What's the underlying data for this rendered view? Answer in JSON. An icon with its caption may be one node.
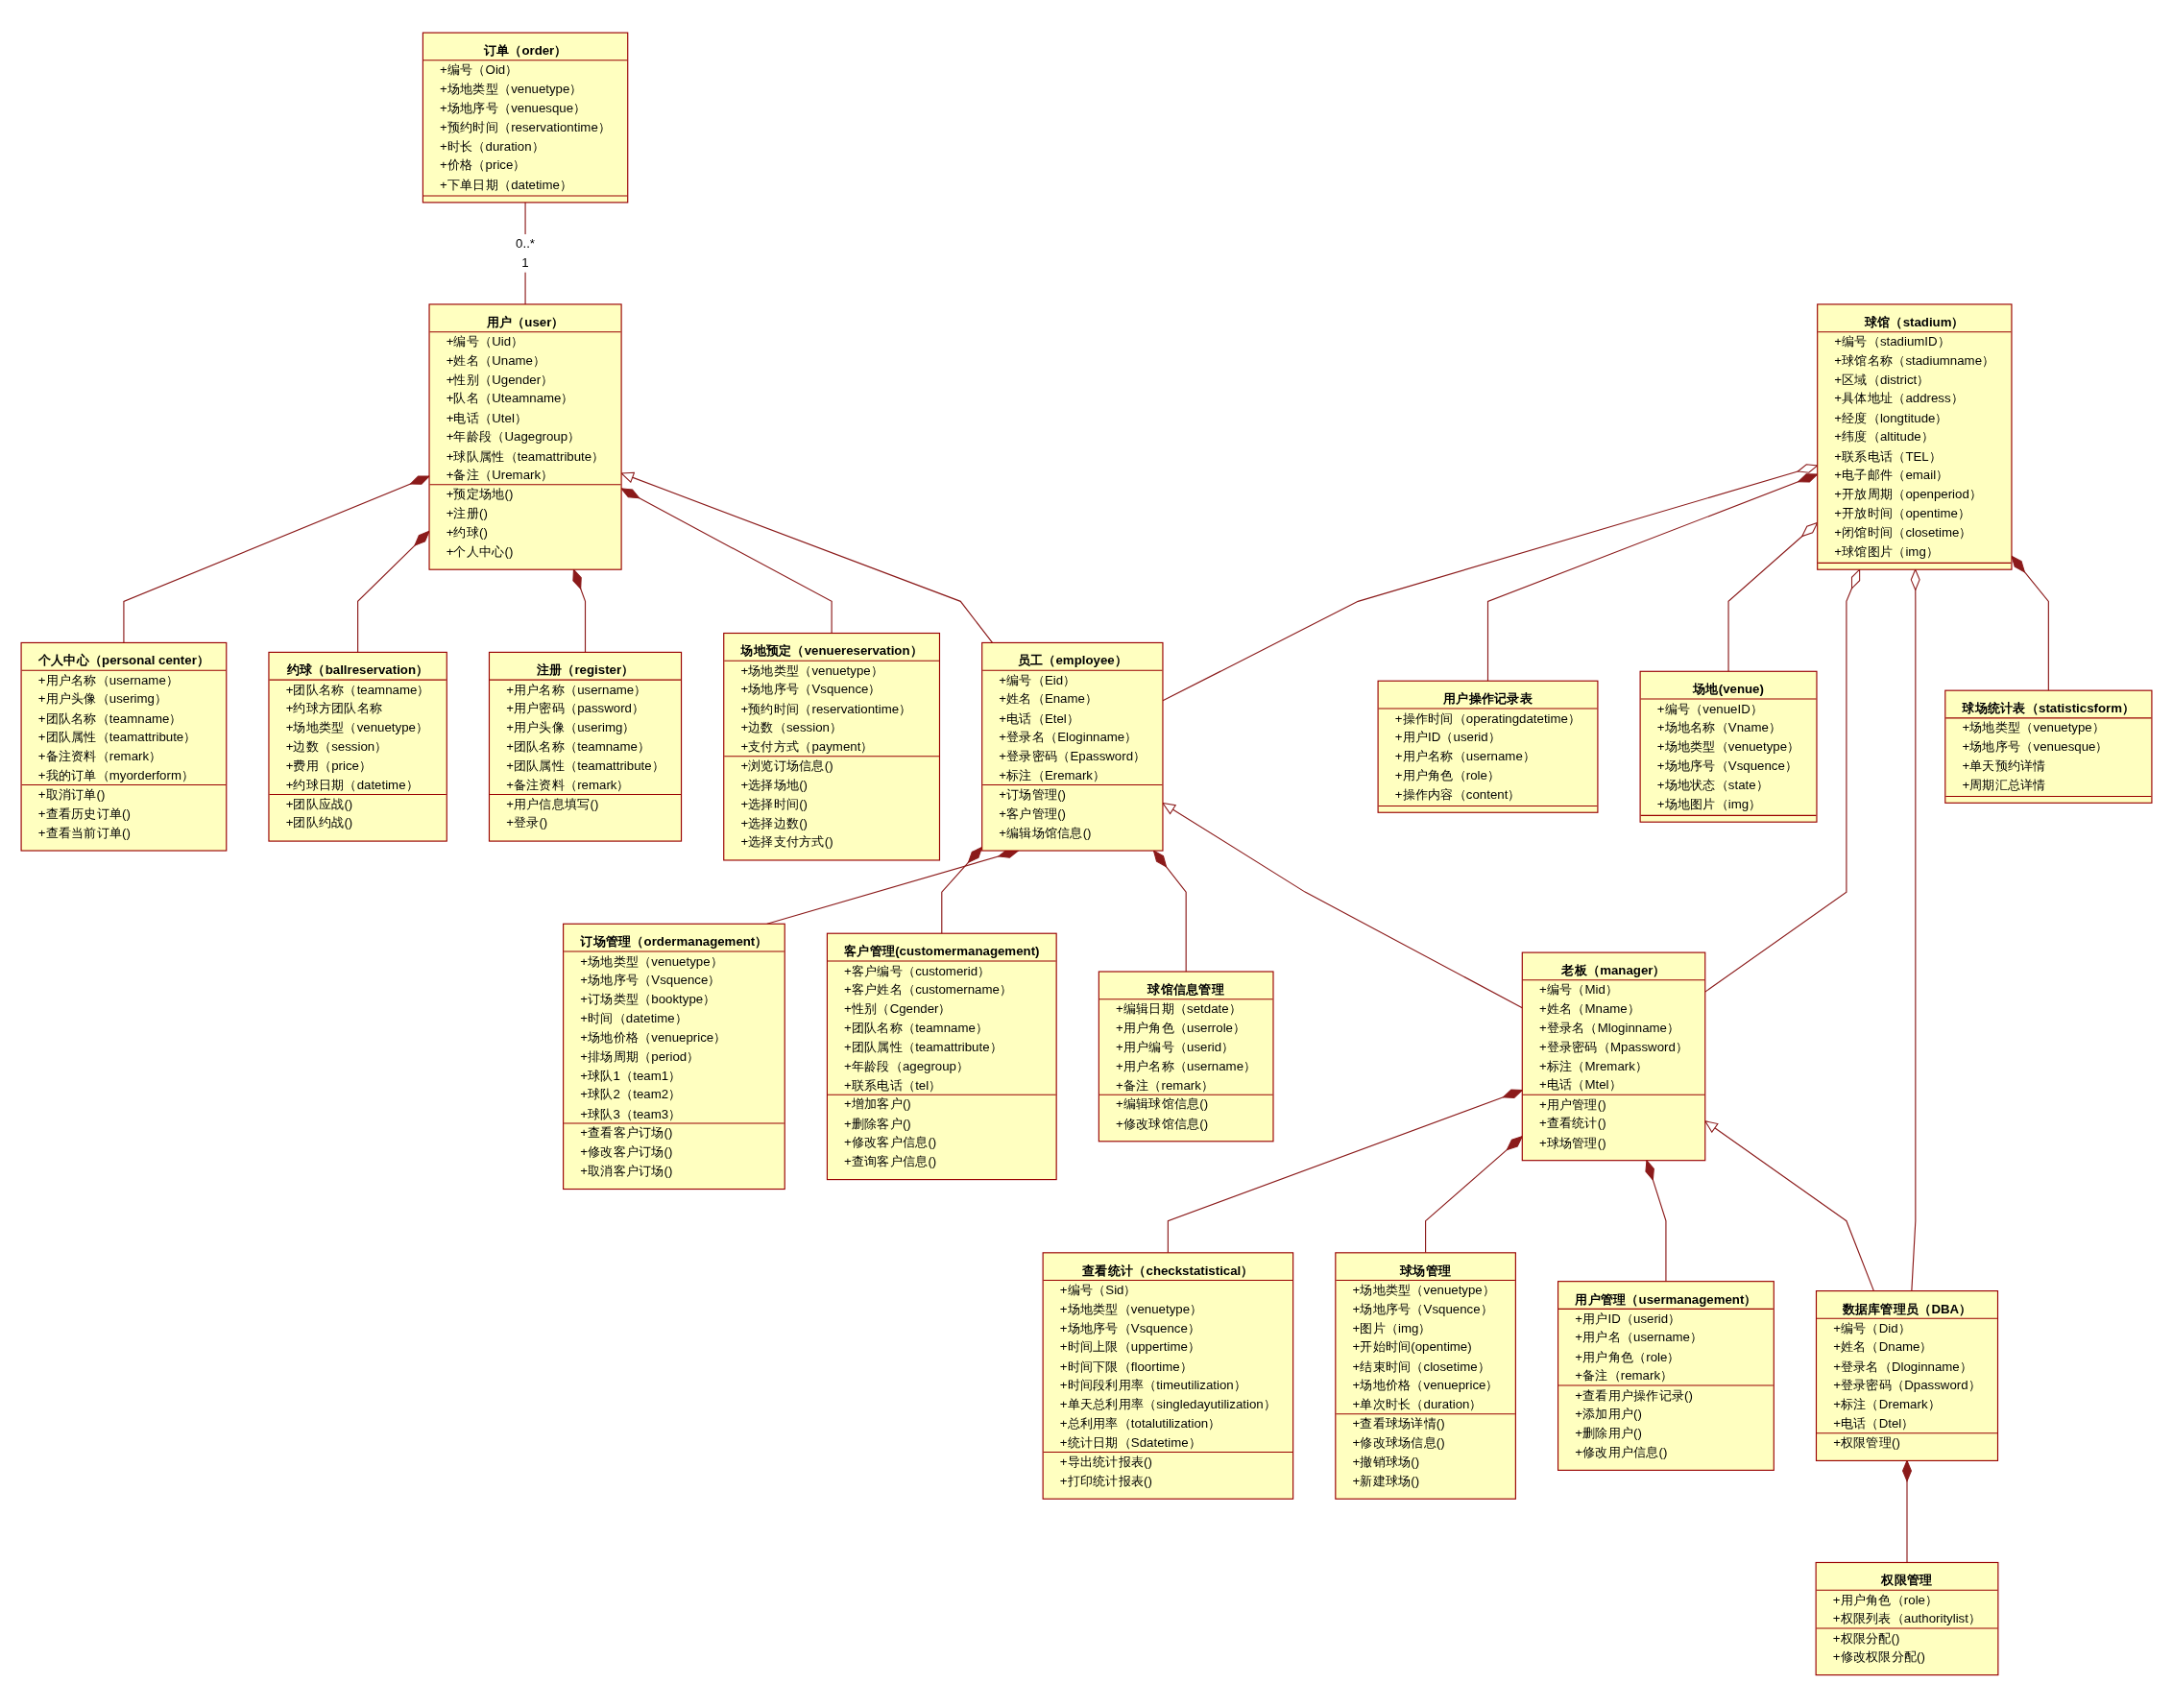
{
  "diagram": {
    "nodes": [
      {
        "text": [
          "订单（order）",
          "+编号（Oid）",
          "+场地类型（venuetype）",
          "+场地序号（venuesque）",
          "+预约时间（reservationtime）",
          "+时长（duration）",
          "+价格（price）",
          "+下单日期（datetime）"
        ]
      },
      {
        "text": [
          "用户（user）",
          "+编号（Uid）",
          "+姓名（Uname）",
          "+性别（Ugender）",
          "+队名（Uteamname）",
          "+电话（Utel）",
          "+年龄段（Uagegroup）",
          "+球队属性（teamattribute）",
          "+备注（Uremark）",
          "+预定场地()",
          "+注册()",
          "+约球()",
          "+个人中心()"
        ]
      },
      {
        "text": [
          "球馆（stadium）",
          "+编号（stadiumID）",
          "+球馆名称（stadiumname）",
          "+区域（district）",
          "+具体地址（address）",
          "+经度（longtitude）",
          "+纬度（altitude）",
          "+联系电话（TEL）",
          "+电子邮件（email）",
          "+开放周期（openperiod）",
          "+开放时间（opentime）",
          "+闭馆时间（closetime）",
          "+球馆图片（img）"
        ]
      },
      {
        "text": [
          "个人中心（personal center）",
          "+用户名称（username）",
          "+用户头像（userimg）",
          "+团队名称（teamname）",
          "+团队属性（teamattribute）",
          "+备注资料（remark）",
          "+我的订单（myorderform）",
          "+取消订单()",
          "+查看历史订单()",
          "+查看当前订单()"
        ]
      },
      {
        "text": [
          "约球（ballreservation）",
          "+团队名称（teamname）",
          "+约球方团队名称",
          "+场地类型（venuetype）",
          "+边数（session）",
          "+费用（price）",
          "+约球日期（datetime）",
          "+团队应战()",
          "+团队约战()"
        ]
      },
      {
        "text": [
          "注册（register）",
          "+用户名称（username）",
          "+用户密码（password）",
          "+用户头像（userimg）",
          "+团队名称（teamname）",
          "+团队属性（teamattribute）",
          "+备注资料（remark）",
          "+用户信息填写()",
          "+登录()"
        ]
      },
      {
        "text": [
          "场地预定（venuereservation）",
          "+场地类型（venuetype）",
          "+场地序号（Vsquence）",
          "+预约时间（reservationtime）",
          "+边数（session）",
          "+支付方式（payment）",
          "+浏览订场信息()",
          "+选择场地()",
          "+选择时间()",
          "+选择边数()",
          "+选择支付方式()"
        ]
      },
      {
        "text": [
          "员工（employee）",
          "+编号（Eid）",
          "+姓名（Ename）",
          "+电话（Etel）",
          "+登录名（Eloginname）",
          "+登录密码（Epassword）",
          "+标注（Eremark）",
          "+订场管理()",
          "+客户管理()",
          "+编辑场馆信息()"
        ]
      },
      {
        "text": [
          "用户操作记录表",
          "+操作时间（operatingdatetime）",
          "+用户ID（userid）",
          "+用户名称（username）",
          "+用户角色（role）",
          "+操作内容（content）"
        ]
      },
      {
        "text": [
          "场地(venue)",
          "+编号（venueID）",
          "+场地名称（Vname）",
          "+场地类型（venuetype）",
          "+场地序号（Vsquence）",
          "+场地状态（state）",
          "+场地图片（img）"
        ]
      },
      {
        "text": [
          "球场统计表（statisticsform）",
          "+场地类型（venuetype）",
          "+场地序号（venuesque）",
          "+单天预约详情",
          "+周期汇总详情"
        ]
      },
      {
        "text": [
          "订场管理（ordermanagement）",
          "+场地类型（venuetype）",
          "+场地序号（Vsquence）",
          "+订场类型（booktype）",
          "+时间（datetime）",
          "+场地价格（venueprice）",
          "+排场周期（period）",
          "+球队1（team1）",
          "+球队2（team2）",
          "+球队3（team3）",
          "+查看客户订场()",
          "+修改客户订场()",
          "+取消客户订场()"
        ]
      },
      {
        "text": [
          "客户管理(customermanagement)",
          "+客户编号（customerid）",
          "+客户姓名（customername）",
          "+性别（Cgender）",
          "+团队名称（teamname）",
          "+团队属性（teamattribute）",
          "+年龄段（agegroup）",
          "+联系电话（tel）",
          "+增加客户()",
          "+删除客户()",
          "+修改客户信息()",
          "+查询客户信息()"
        ]
      },
      {
        "text": [
          "球馆信息管理",
          "+编辑日期（setdate）",
          "+用户角色（userrole）",
          "+用户编号（userid）",
          "+用户名称（username）",
          "+备注（remark）",
          "+编辑球馆信息()",
          "+修改球馆信息()"
        ]
      },
      {
        "text": [
          "老板（manager）",
          "+编号（Mid）",
          "+姓名（Mname）",
          "+登录名（Mloginname）",
          "+登录密码（Mpassword）",
          "+标注（Mremark）",
          "+电话（Mtel）",
          "+用户管理()",
          "+查看统计()",
          "+球场管理()"
        ]
      },
      {
        "text": [
          "查看统计（checkstatistical）",
          "+编号（Sid）",
          "+场地类型（venuetype）",
          "+场地序号（Vsquence）",
          "+时间上限（uppertime）",
          "+时间下限（floortime）",
          "+时间段利用率（timeutilization）",
          "+单天总利用率（singledayutilization）",
          "+总利用率（totalutilization）",
          "+统计日期（Sdatetime）",
          "+导出统计报表()",
          "+打印统计报表()"
        ]
      },
      {
        "text": [
          "球场管理",
          "+场地类型（venuetype）",
          "+场地序号（Vsquence）",
          "+图片（img）",
          "+开始时间(opentime)",
          "+结束时间（closetime）",
          "+场地价格（venueprice）",
          "+单次时长（duration）",
          "+查看球场详情()",
          "+修改球场信息()",
          "+撤销球场()",
          "+新建球场()"
        ]
      },
      {
        "text": [
          "用户管理（usermanagement）",
          "+用户ID（userid）",
          "+用户名（username）",
          "+用户角色（role）",
          "+备注（remark）",
          "+查看用户操作记录()",
          "+添加用户()",
          "+删除用户()",
          "+修改用户信息()"
        ]
      },
      {
        "text": [
          "数据库管理员（DBA）",
          "+编号（Did）",
          "+姓名（Dname）",
          "+登录名（Dloginname）",
          "+登录密码（Dpassword）",
          "+标注（Dremark）",
          "+电话（Dtel）",
          "+权限管理()"
        ]
      },
      {
        "text": [
          "权限管理",
          "+用户角色（role）",
          "+权限列表（authoritylist）",
          "+权限分配()",
          "+修改权限分配()"
        ]
      }
    ],
    "edges": [
      {
        "from": 1,
        "to": 0,
        "arrow": "none",
        "label": "0..* 1"
      },
      {
        "from": 3,
        "to": 1,
        "arrow": "other"
      },
      {
        "from": 4,
        "to": 1,
        "arrow": "other"
      },
      {
        "from": 5,
        "to": 1,
        "arrow": "other"
      },
      {
        "from": 6,
        "to": 1,
        "arrow": "other"
      },
      {
        "from": 7,
        "to": 1,
        "arrow": "to"
      },
      {
        "from": 7,
        "to": 2,
        "arrow": "other"
      },
      {
        "from": 8,
        "to": 2,
        "arrow": "other"
      },
      {
        "from": 9,
        "to": 2,
        "arrow": "other"
      },
      {
        "from": 14,
        "to": 2,
        "arrow": "other"
      },
      {
        "from": 18,
        "to": 2,
        "arrow": "other"
      },
      {
        "from": 10,
        "to": 2,
        "arrow": "other"
      },
      {
        "from": 11,
        "to": 7,
        "arrow": "other"
      },
      {
        "from": 12,
        "to": 7,
        "arrow": "other"
      },
      {
        "from": 13,
        "to": 7,
        "arrow": "other"
      },
      {
        "from": 14,
        "to": 7,
        "arrow": "to"
      },
      {
        "from": 15,
        "to": 14,
        "arrow": "other"
      },
      {
        "from": 16,
        "to": 14,
        "arrow": "other"
      },
      {
        "from": 17,
        "to": 14,
        "arrow": "other"
      },
      {
        "from": 18,
        "to": 14,
        "arrow": "to"
      },
      {
        "from": 19,
        "to": 18,
        "arrow": "other"
      }
    ]
  }
}
